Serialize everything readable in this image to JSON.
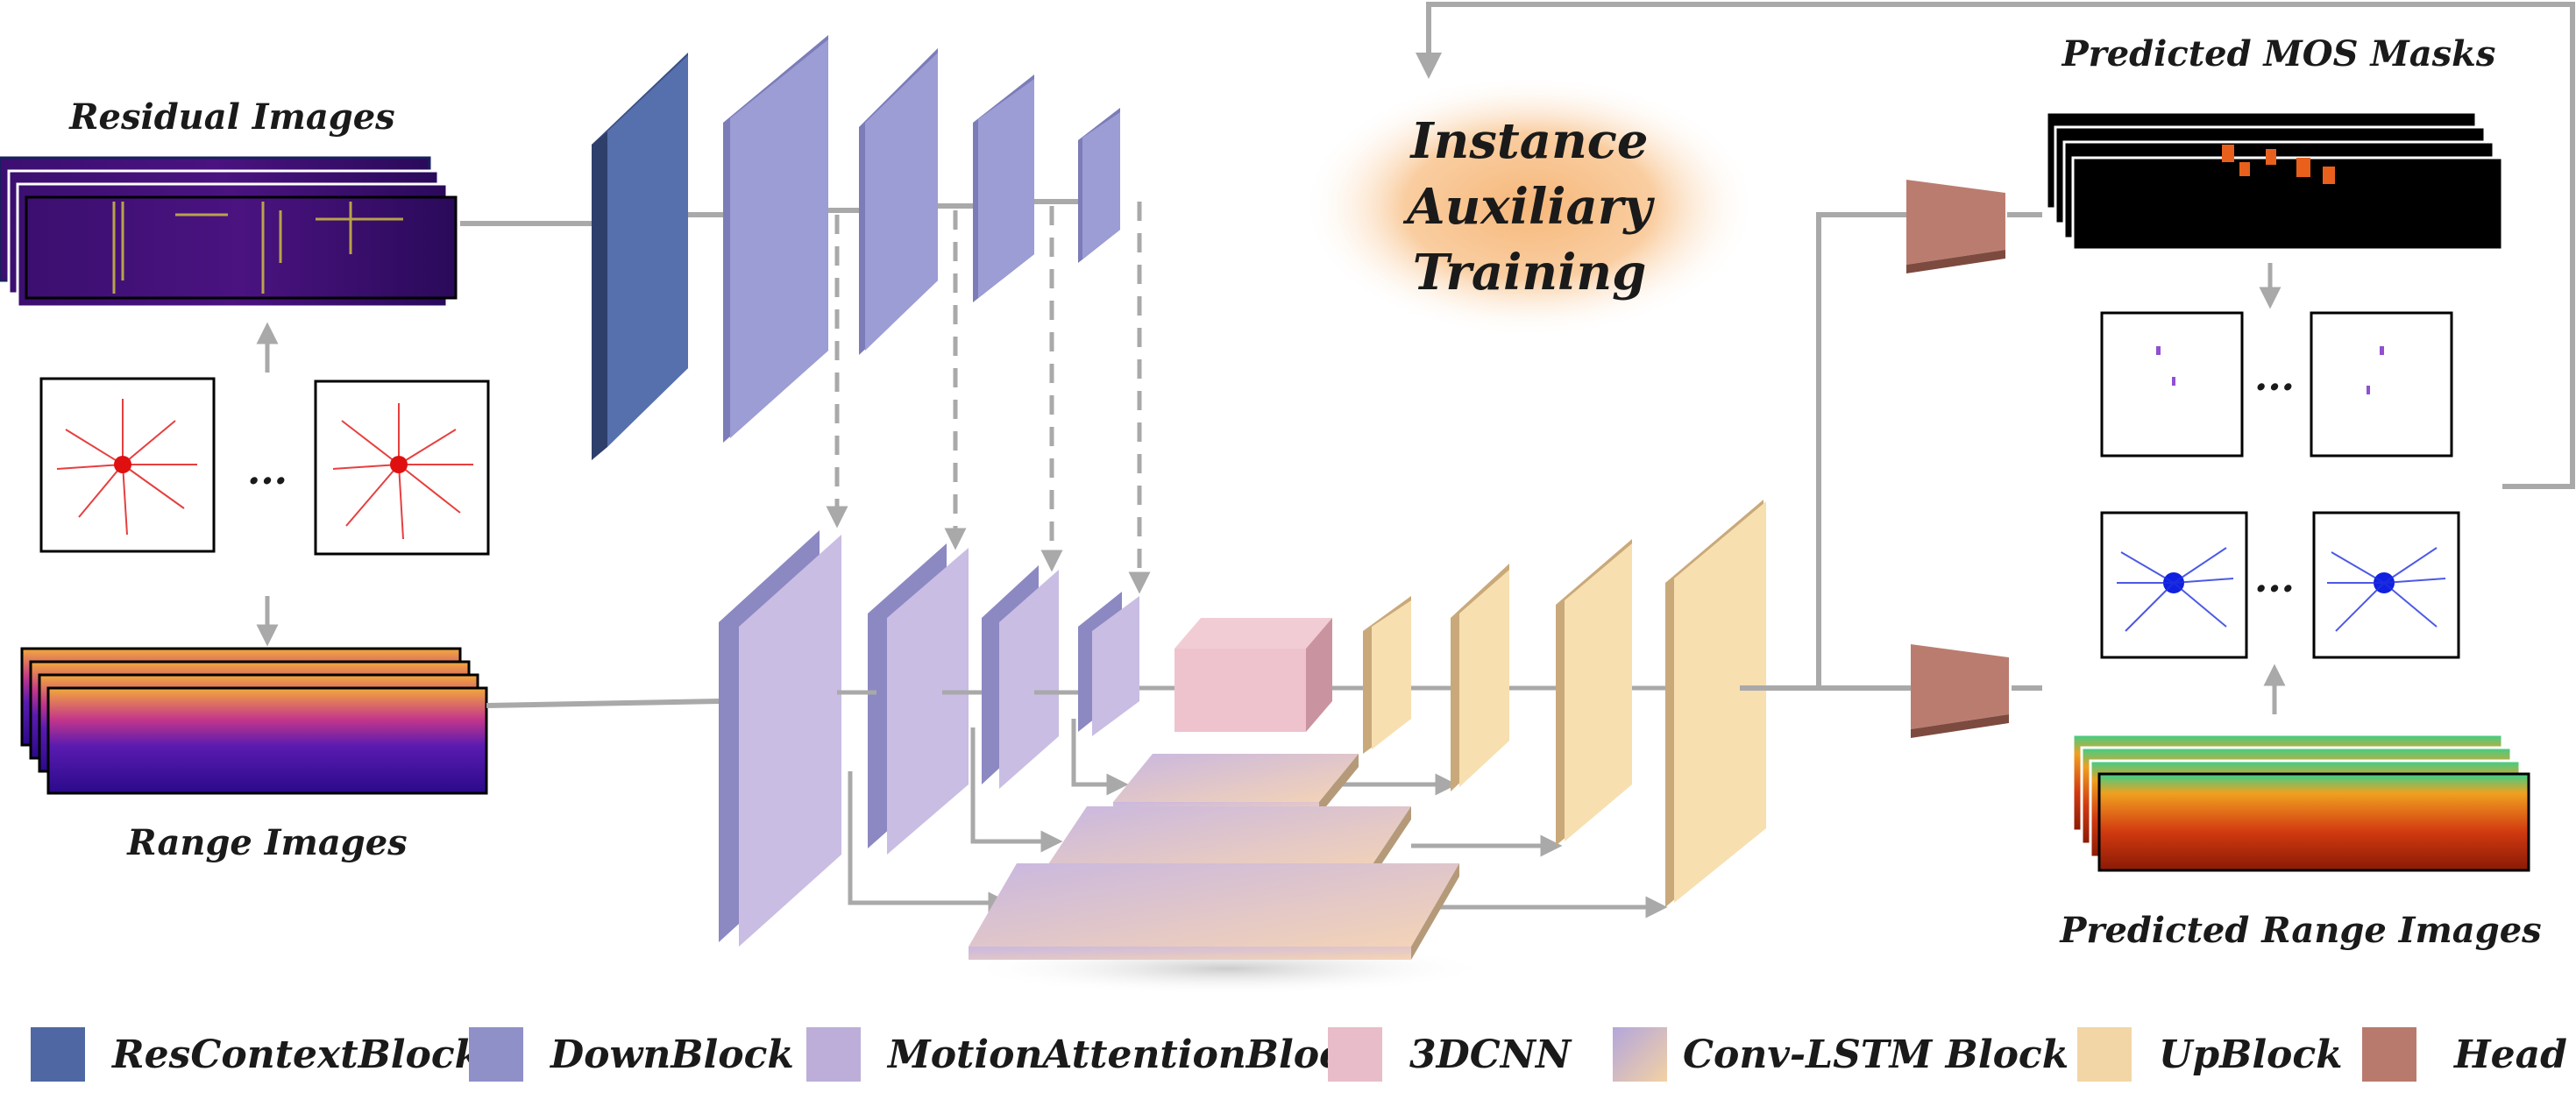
{
  "labels": {
    "residual_images": "Residual Images",
    "range_images": "Range Images",
    "predicted_mos_masks": "Predicted MOS Masks",
    "predicted_range_images": "Predicted Range Images",
    "ellipsis": "...",
    "instance_line1": "Instance",
    "instance_line2": "Auxiliary",
    "instance_line3": "Training"
  },
  "legend": [
    {
      "label": "ResContextBlock",
      "color": "#4f68a3"
    },
    {
      "label": "DownBlock",
      "color": "#8f90c8"
    },
    {
      "label": "MotionAttentionBlock",
      "color": "#bcaed8"
    },
    {
      "label": "3DCNN",
      "color": "#e8bcc8"
    },
    {
      "label": "Conv-LSTM Block",
      "color": "gradient"
    },
    {
      "label": "UpBlock",
      "color": "#f2d6a6"
    },
    {
      "label": "Head",
      "color": "#b97a6e"
    }
  ],
  "colors": {
    "res_context": "#4f68a3",
    "down_block": "#9c9dd4",
    "motion_attention": "#c9bde3",
    "cnn3d": "#eec3cd",
    "up_block": "#f7dfb0",
    "head": "#bb7c70",
    "connector": "#a9a9a9",
    "instance_glow": "#f6b77a"
  }
}
